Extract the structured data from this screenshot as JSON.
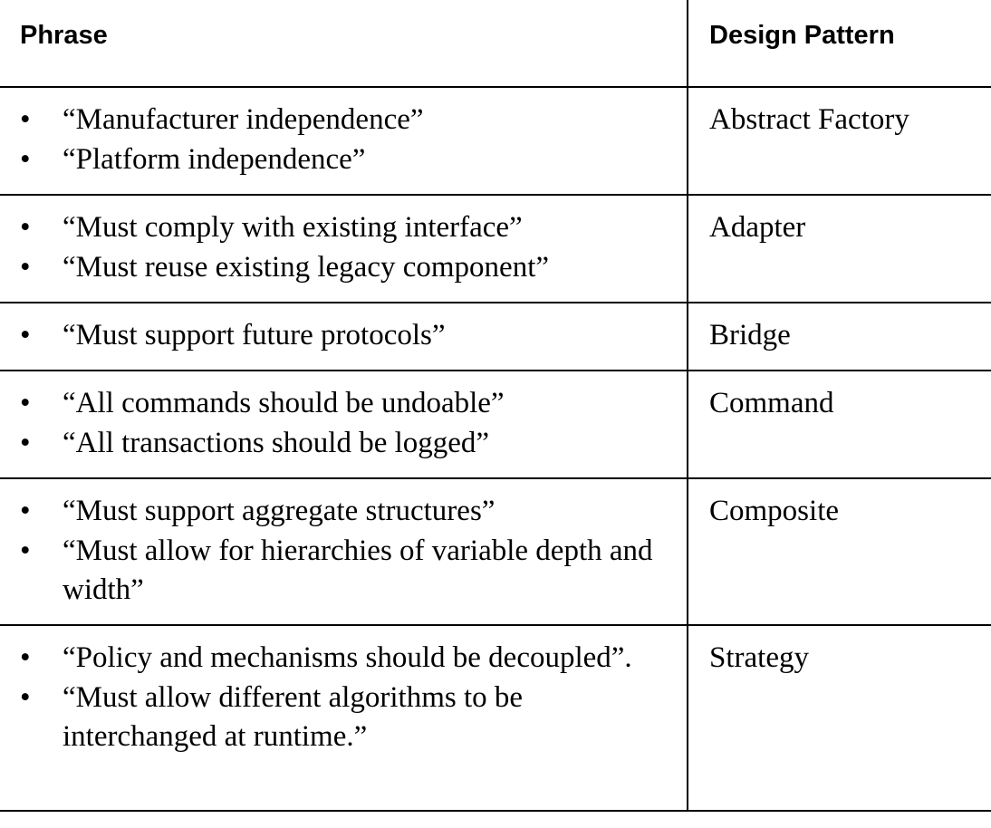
{
  "header": {
    "phrase": "Phrase",
    "design_pattern": "Design Pattern"
  },
  "bullet_glyph": "•",
  "rows": [
    {
      "phrases": [
        "“Manufacturer independence”",
        "“Platform independence”"
      ],
      "pattern": "Abstract Factory"
    },
    {
      "phrases": [
        "“Must comply with existing interface”",
        "“Must reuse existing legacy component”"
      ],
      "pattern": "Adapter"
    },
    {
      "phrases": [
        "“Must support future protocols”"
      ],
      "pattern": "Bridge"
    },
    {
      "phrases": [
        "“All commands should be undoable”",
        "“All transactions should be logged”"
      ],
      "pattern": "Command"
    },
    {
      "phrases": [
        "“Must support aggregate structures”",
        "“Must allow for hierarchies of variable depth and width”"
      ],
      "pattern": "Composite"
    },
    {
      "phrases": [
        "“Policy and mechanisms should be decoupled”.",
        "“Must allow different algorithms to be interchanged at runtime.”"
      ],
      "pattern": "Strategy"
    }
  ]
}
